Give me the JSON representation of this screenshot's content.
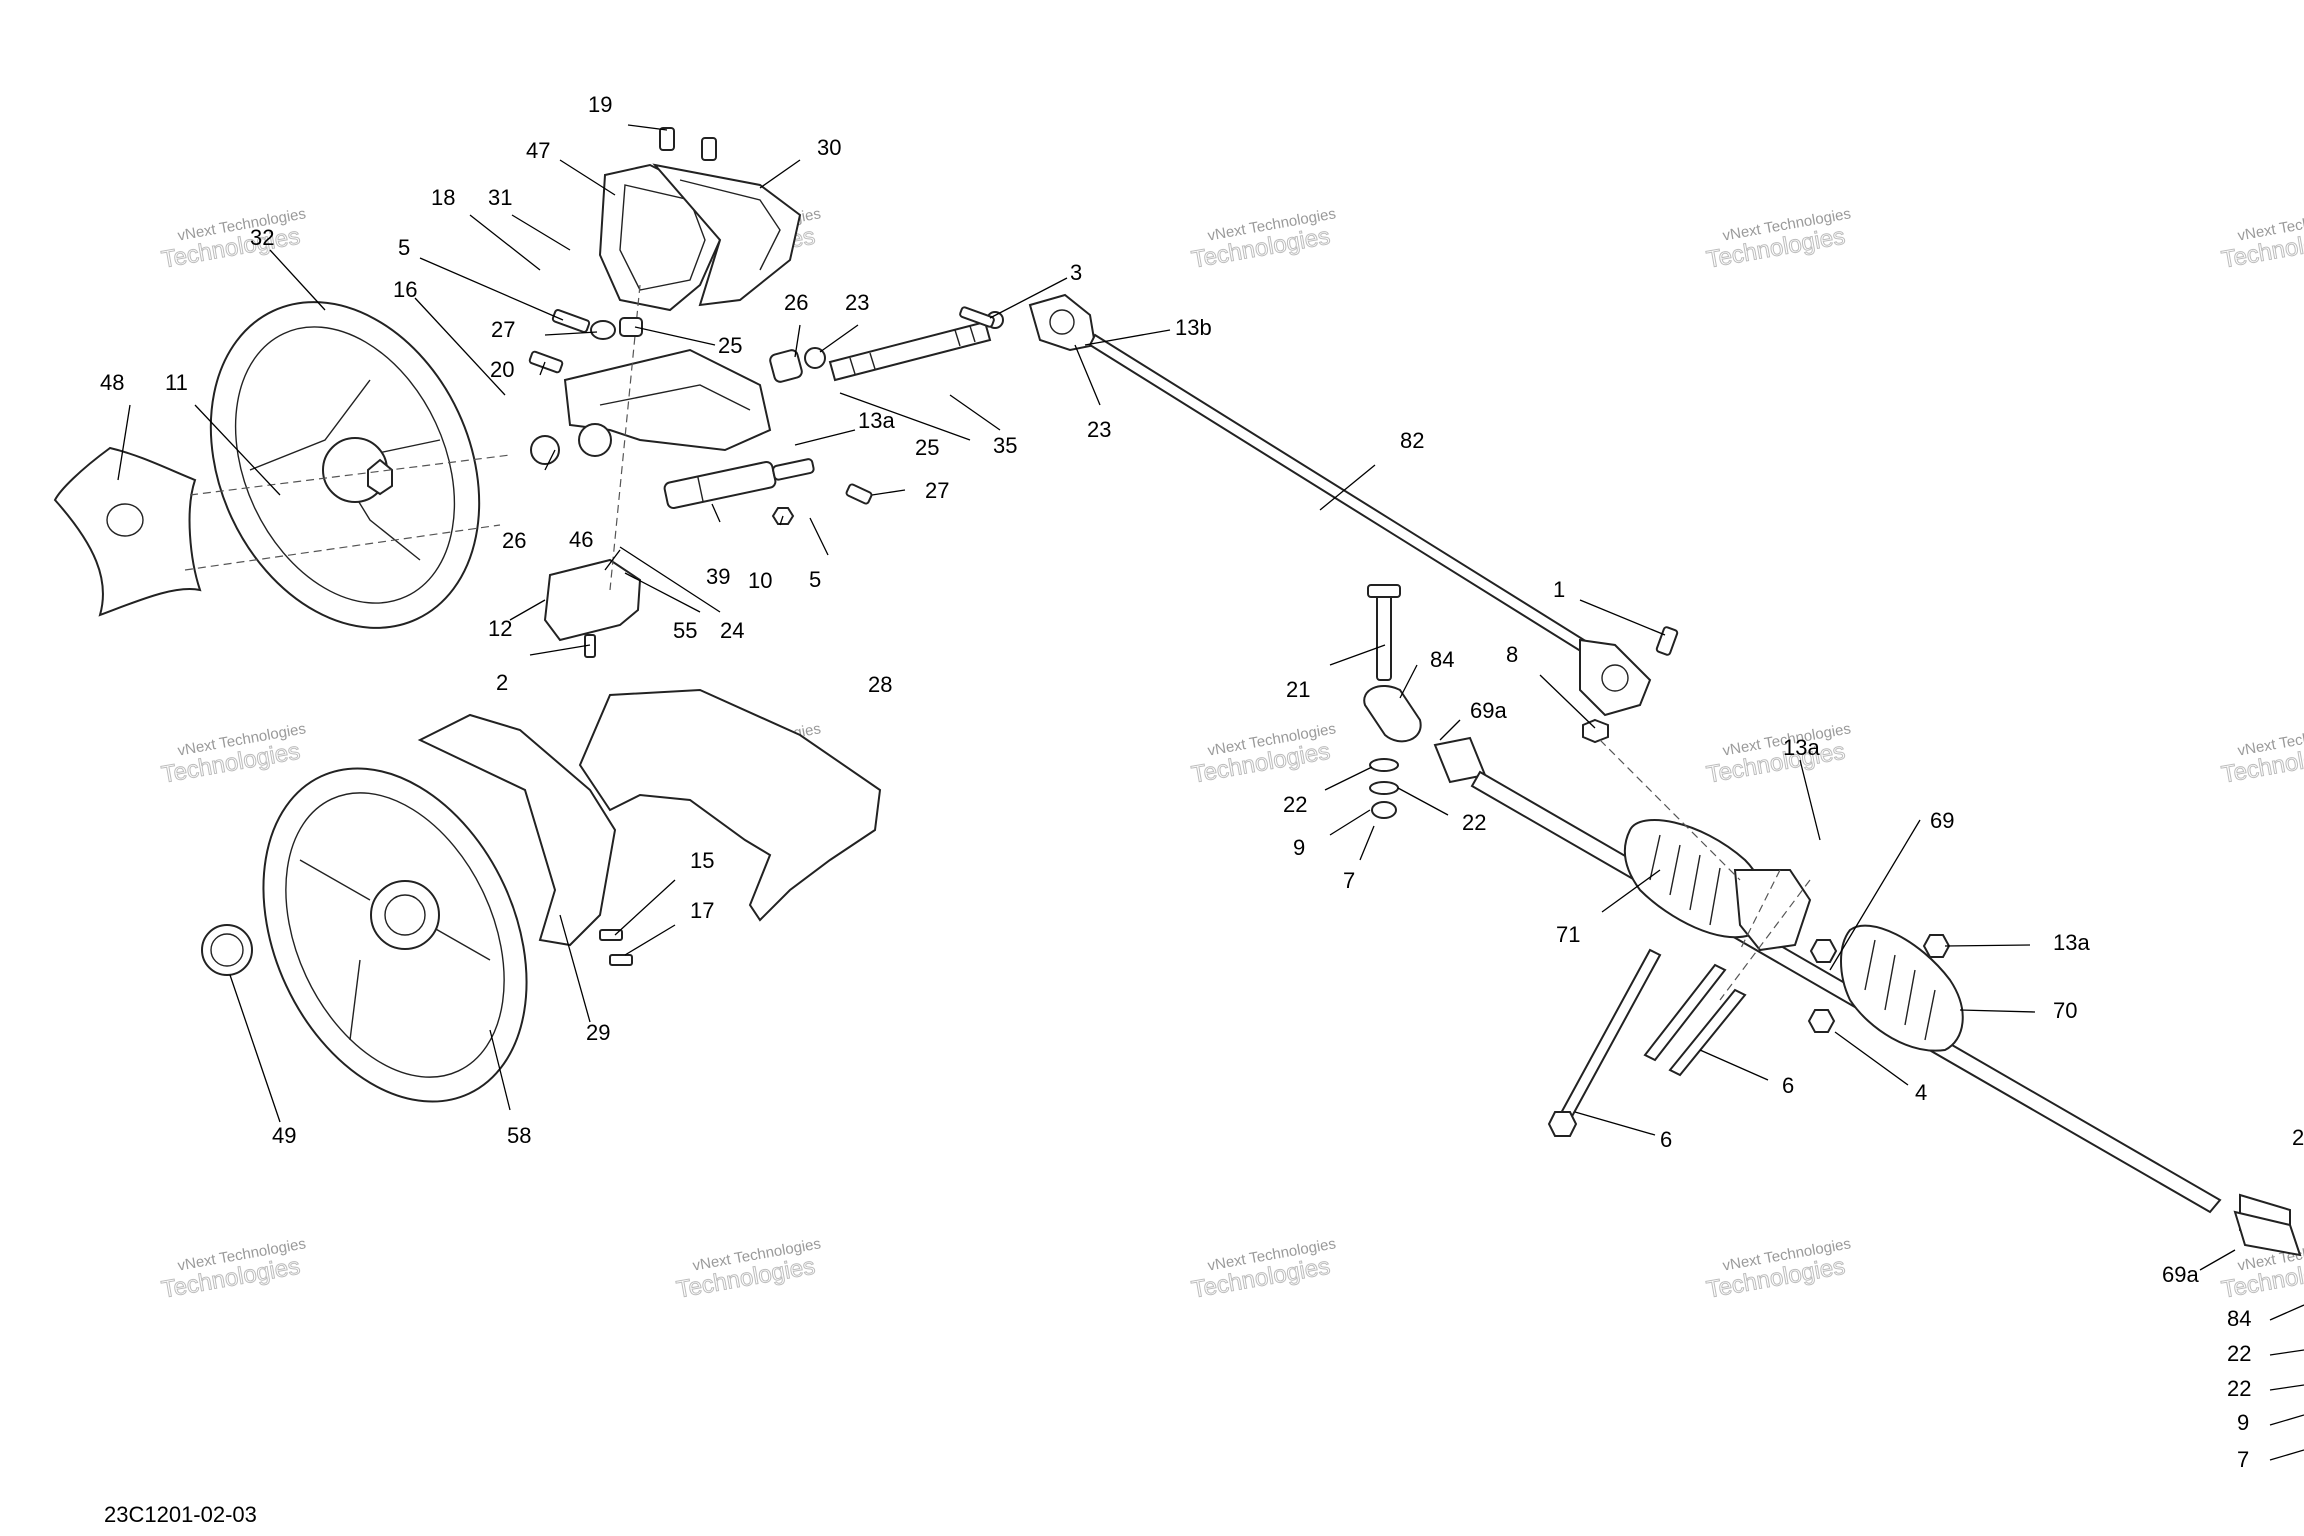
{
  "drawing_code": "23C1201-02-03",
  "watermark": {
    "line1": "vNext Technologies",
    "line2": "Technologies"
  },
  "callouts": {
    "c19": "19",
    "c47": "47",
    "c30": "30",
    "c18": "18",
    "c31": "31",
    "c32": "32",
    "c5a": "5",
    "c16": "16",
    "c27a": "27",
    "c25a": "25",
    "c20": "20",
    "c26a": "26",
    "c23a": "23",
    "c3": "3",
    "c13b": "13b",
    "c48": "48",
    "c11": "11",
    "c13a_top": "13a",
    "c25b": "25",
    "c35": "35",
    "c23b": "23",
    "c82": "82",
    "c27b": "27",
    "c26b": "26",
    "c46": "46",
    "c39": "39",
    "c10": "10",
    "c5b": "5",
    "c12": "12",
    "c55": "55",
    "c24": "24",
    "c2": "2",
    "c28": "28",
    "c1": "1",
    "c8": "8",
    "c21": "21",
    "c84": "84",
    "c69a": "69a",
    "c22a": "22",
    "c22b": "22",
    "c9": "9",
    "c7": "7",
    "c13a_mid": "13a",
    "c69": "69",
    "c15": "15",
    "c17": "17",
    "c71": "71",
    "c13a_right": "13a",
    "c70": "70",
    "c6a": "6",
    "c4": "4",
    "c6b": "6",
    "c29": "29",
    "c49": "49",
    "c58": "58",
    "c2_edge": "2",
    "c69a_right": "69a",
    "c84_right": "84",
    "c22c": "22",
    "c22d": "22",
    "c9_right": "9",
    "c7_right": "7"
  }
}
